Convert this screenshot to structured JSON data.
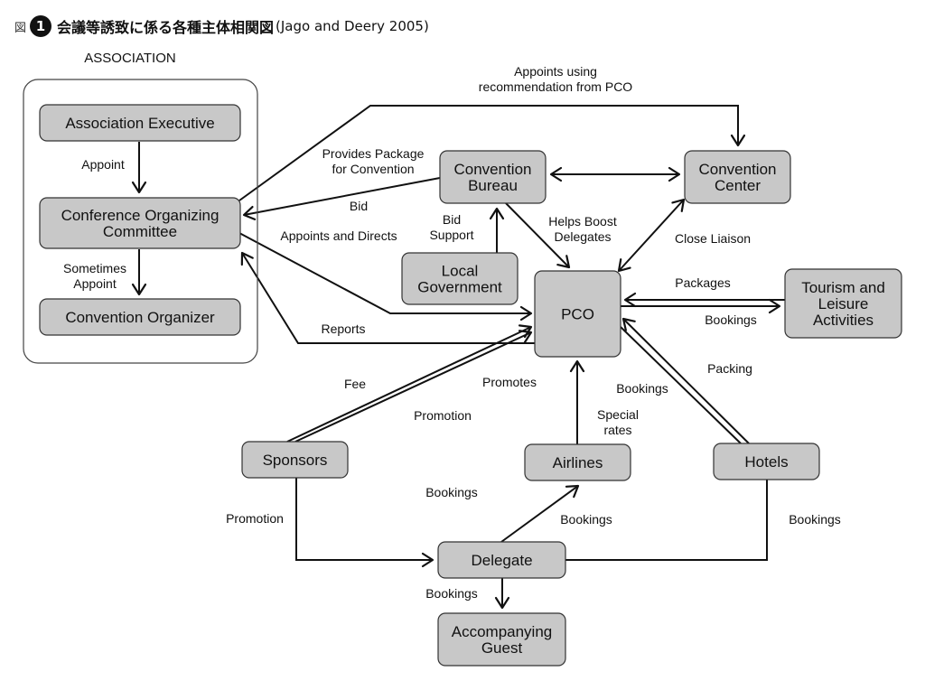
{
  "header": {
    "figure_mark": "図",
    "figure_number": "1",
    "title": "会議等誘致に係る各種主体相関図",
    "citation": "(Jago and Deery 2005)"
  },
  "group_label": "ASSOCIATION",
  "nodes": {
    "association_executive": [
      "Association Executive"
    ],
    "conference_organizing_committee": [
      "Conference Organizing",
      "Committee"
    ],
    "convention_organizer": [
      "Convention Organizer"
    ],
    "convention_bureau": [
      "Convention",
      "Bureau"
    ],
    "convention_center": [
      "Convention",
      "Center"
    ],
    "local_government": [
      "Local",
      "Government"
    ],
    "pco": [
      "PCO"
    ],
    "tourism_leisure": [
      "Tourism and",
      "Leisure",
      "Activities"
    ],
    "sponsors": [
      "Sponsors"
    ],
    "airlines": [
      "Airlines"
    ],
    "hotels": [
      "Hotels"
    ],
    "delegate": [
      "Delegate"
    ],
    "accompanying_guest": [
      "Accompanying",
      "Guest"
    ]
  },
  "edge_labels": {
    "appoint": [
      "Appoint"
    ],
    "sometimes_appoint": [
      "Sometimes",
      "Appoint"
    ],
    "appoints_using_recommendation": [
      "Appoints using",
      "recommendation from PCO"
    ],
    "provides_package": [
      "Provides Package",
      "for Convention"
    ],
    "bid": [
      "Bid"
    ],
    "bid_support": [
      "Bid",
      "Support"
    ],
    "appoints_and_directs": [
      "Appoints and Directs"
    ],
    "helps_boost_delegates": [
      "Helps Boost",
      "Delegates"
    ],
    "close_liaison": [
      "Close Liaison"
    ],
    "packages": [
      "Packages"
    ],
    "bookings_tourism": [
      "Bookings"
    ],
    "reports": [
      "Reports"
    ],
    "fee": [
      "Fee"
    ],
    "promotes": [
      "Promotes"
    ],
    "promotion_pco": [
      "Promotion"
    ],
    "packing": [
      "Packing"
    ],
    "bookings_hotels_pco": [
      "Bookings"
    ],
    "special_rates": [
      "Special",
      "rates"
    ],
    "bookings_sponsor_delegate": [
      "Bookings"
    ],
    "promotion_sponsor_delegate": [
      "Promotion"
    ],
    "bookings_delegate_airlines": [
      "Bookings"
    ],
    "bookings_hotels_delegate": [
      "Bookings"
    ],
    "bookings_delegate_guest": [
      "Bookings"
    ]
  }
}
